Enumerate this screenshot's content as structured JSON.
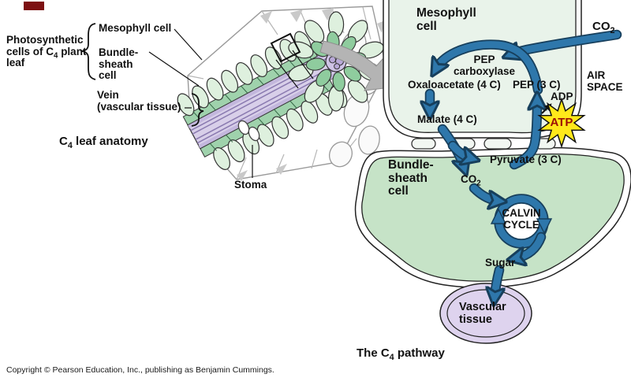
{
  "leaf": {
    "photo_line1": "Photosynthetic",
    "photo_line2_pre": "cells of C",
    "photo_line2_sub": "4",
    "photo_line2_post": " plant",
    "photo_line3": "leaf",
    "mesophyll": "Mesophyll cell",
    "bundle1": "Bundle-",
    "bundle2": "sheath",
    "bundle3": "cell",
    "vein1": "Vein",
    "vein2": "(vascular tissue)",
    "stoma": "Stoma",
    "title_pre": "C",
    "title_sub": "4",
    "title_post": " leaf anatomy"
  },
  "pathway": {
    "mesophyll1": "Mesophyll",
    "mesophyll2": "cell",
    "co2_pre": "CO",
    "co2_sub": "2",
    "enzyme1": "PEP",
    "enzyme2": "carboxylase",
    "oxaloacetate": "Oxaloacetate (4 C)",
    "pep": "PEP (3 C)",
    "air1": "AIR",
    "air2": "SPACE",
    "adp": "ADP",
    "atp": "ATP",
    "malate": "Malate (4 C)",
    "bundle1": "Bundle-",
    "bundle2": "sheath",
    "bundle3": "cell",
    "pyruvate": "Pyruvate (3 C)",
    "calvin1": "CALVIN",
    "calvin2": "CYCLE",
    "sugar": "Sugar",
    "vascular1": "Vascular",
    "vascular2": "tissue",
    "title_pre": "The C",
    "title_sub": "4",
    "title_post": " pathway"
  },
  "footer": {
    "copyright": "Copyright © Pearson Education, Inc., publishing as Benjamin Cummings."
  },
  "colors": {
    "arrow_blue": "#2e77ab",
    "mesophyll_fill": "#e9f3ea",
    "bundle_fill": "#c6e3c7",
    "vascular_fill": "#ded3ee",
    "atp_yellow": "#ffe81a",
    "atp_text": "#9c1006",
    "leaf_mesophyll": "#def0de",
    "leaf_bundle_sheath": "#8fcc9e",
    "vein_purple": "#d8cfe9"
  }
}
